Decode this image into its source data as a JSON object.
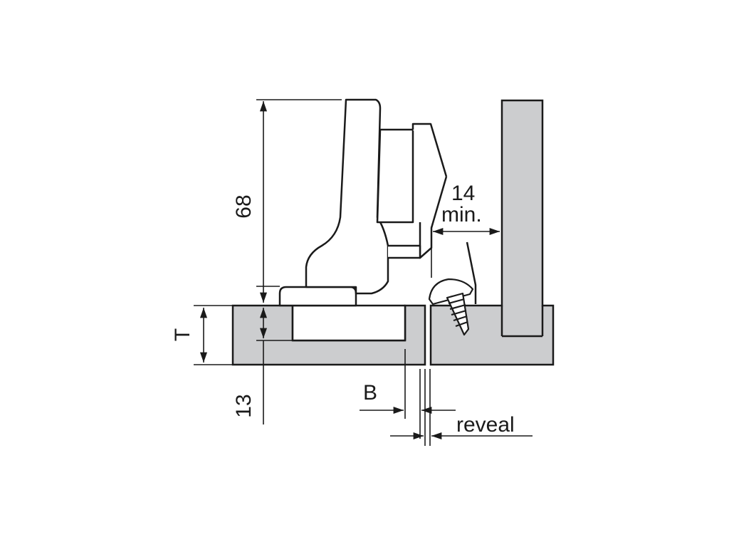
{
  "labels": {
    "height": "68",
    "gap_value": "14",
    "gap_qualifier": "min.",
    "thickness": "T",
    "depth": "13",
    "boring_distance": "B",
    "reveal": "reveal"
  },
  "colors": {
    "panel": "#cccdcf",
    "line": "#1a1a1a",
    "hinge_fill": "#ffffff"
  }
}
